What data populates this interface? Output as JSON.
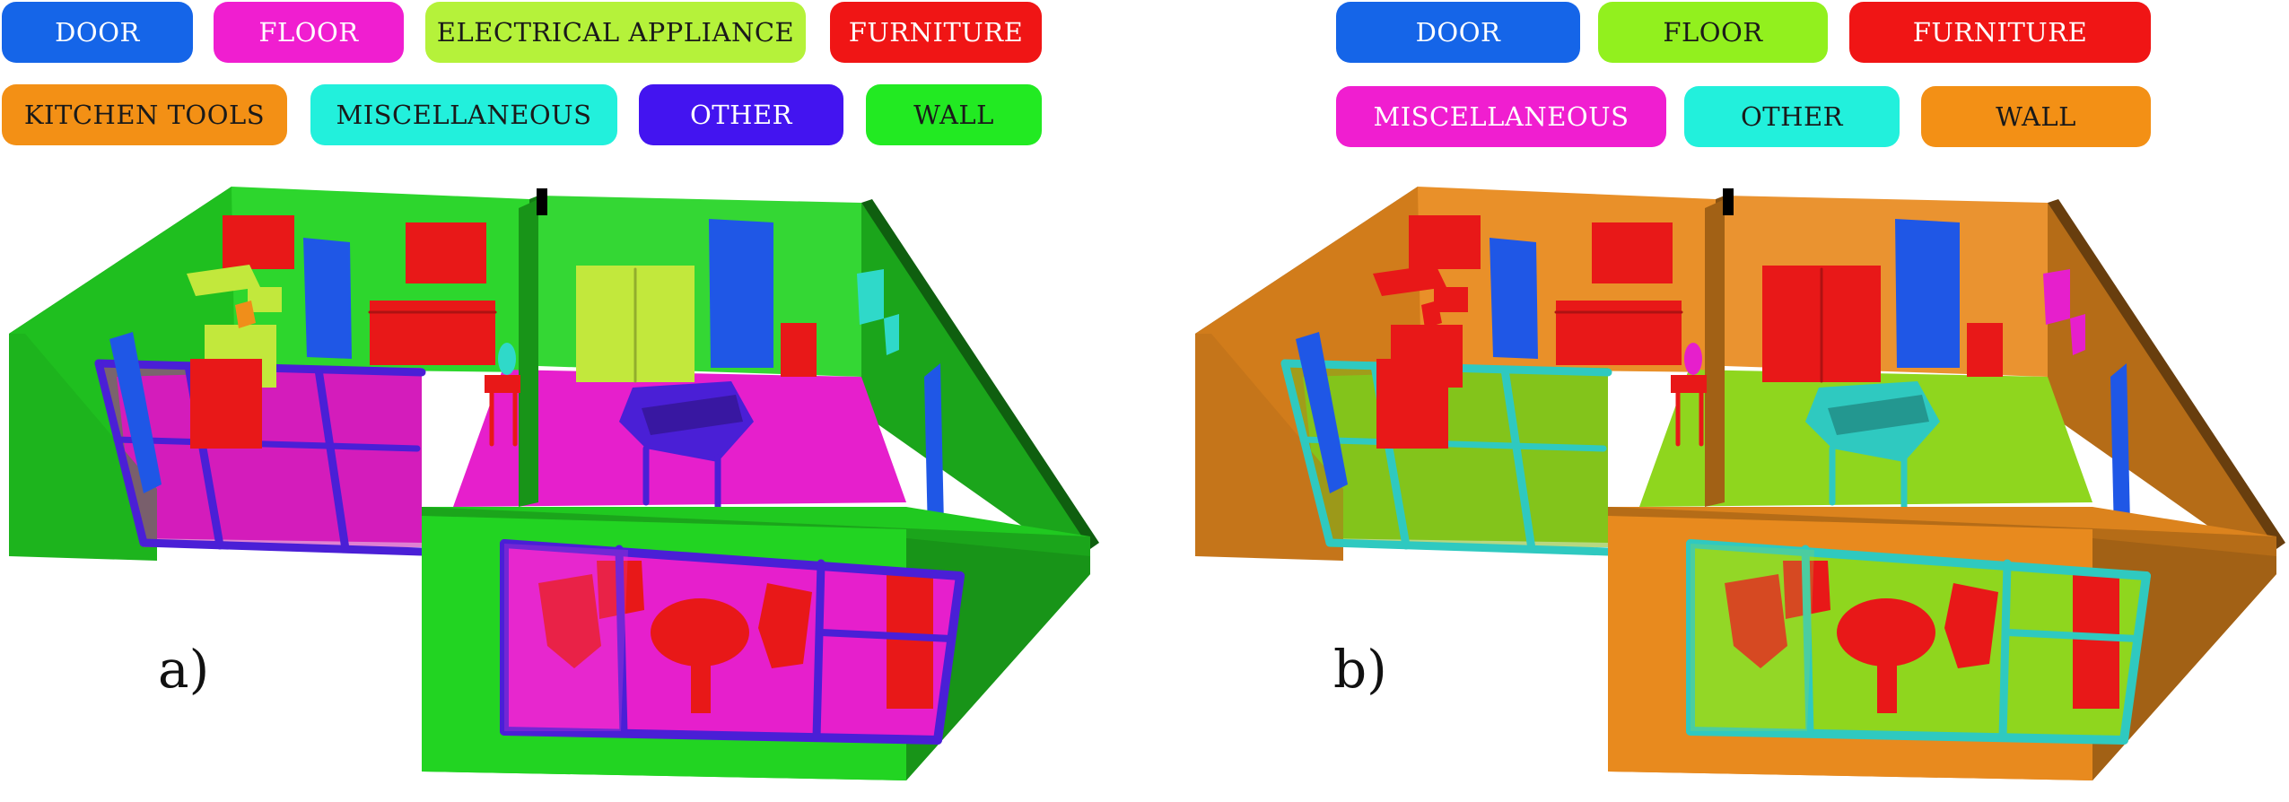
{
  "panel_a": {
    "label": "a)",
    "legend": [
      {
        "text": "DOOR",
        "bg": "#1565e8",
        "fg": "#ffffff"
      },
      {
        "text": "FLOOR",
        "bg": "#f01ed0",
        "fg": "#ffffff"
      },
      {
        "text": "ELECTRICAL APPLIANCE",
        "bg": "#b5f23a",
        "fg": "#1a1a1a"
      },
      {
        "text": "FURNITURE",
        "bg": "#f01515",
        "fg": "#ffffff"
      },
      {
        "text": "KITCHEN TOOLS",
        "bg": "#f39015",
        "fg": "#1a1a1a"
      },
      {
        "text": "MISCELLANEOUS",
        "bg": "#22f0dc",
        "fg": "#1a1a1a"
      },
      {
        "text": "OTHER",
        "bg": "#4314f0",
        "fg": "#ffffff"
      },
      {
        "text": "WALL",
        "bg": "#22ea22",
        "fg": "#1a1a1a"
      }
    ],
    "colors": {
      "wall": "#22d422",
      "floor": "#e61fcc",
      "door": "#1f57e6",
      "furniture": "#e81818",
      "appliance": "#c2e83c",
      "other": "#4a1fd6",
      "misc": "#2fd9c9",
      "kitchen": "#f08e1a"
    }
  },
  "panel_b": {
    "label": "b)",
    "legend": [
      {
        "text": "DOOR",
        "bg": "#1565e8",
        "fg": "#ffffff"
      },
      {
        "text": "FLOOR",
        "bg": "#92f01e",
        "fg": "#1a1a1a"
      },
      {
        "text": "FURNITURE",
        "bg": "#f01515",
        "fg": "#ffffff"
      },
      {
        "text": "MISCELLANEOUS",
        "bg": "#f01ed0",
        "fg": "#ffffff"
      },
      {
        "text": "OTHER",
        "bg": "#22f0dc",
        "fg": "#1a1a1a"
      },
      {
        "text": "WALL",
        "bg": "#f39015",
        "fg": "#1a1a1a"
      }
    ],
    "colors": {
      "wall": "#e88a1e",
      "floor": "#8fd61e",
      "door": "#1f57e6",
      "furniture": "#e81818",
      "appliance": "#e81818",
      "other": "#2fc9c0",
      "misc": "#e61fcc",
      "kitchen": "#e81818"
    }
  }
}
